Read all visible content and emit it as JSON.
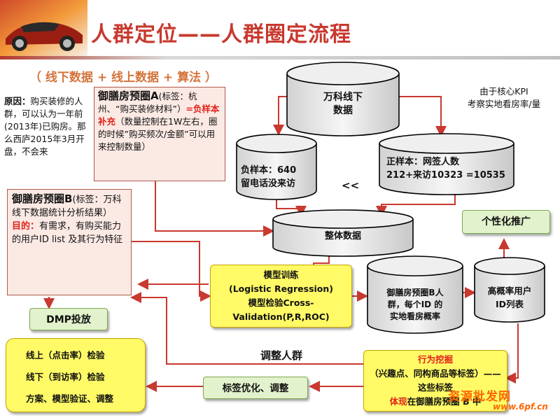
{
  "title": "人群定位——人群圈定流程",
  "formula": "（ 线下数据  +   线上数据  + 算法 ）",
  "reason": {
    "label": "原因：",
    "text": "购买装修的人群，可以认为一年前(2013年)已购房。那么西庐2015年3月开盘，不会来"
  },
  "note_kpi": [
    "由于核心KPI",
    "考察实地看房率/量"
  ],
  "box_a": {
    "title": "御膳房预圈A",
    "tag_prefix": "(标签：",
    "tag_text": "杭州、“购买装修材料”）",
    "highlight": "=负样本补充",
    "rest": "（数量控制在1W左右，圈的时候”购买频次/金额”可以用来控制数量）"
  },
  "box_b": {
    "title": "御膳房预圈B",
    "tag_prefix": "(标签：",
    "tag_text": "万科线下数据统计分析结果）",
    "purpose_label": "目的：",
    "purpose_text": "有需求，有购买能力的用户ID list 及其行为特征"
  },
  "cylinders": {
    "vanke_offline": [
      "万科线下",
      "数据"
    ],
    "negative": [
      "负样本：640",
      "留电话没来访"
    ],
    "positive": [
      "正样本：网签人数",
      "212+来访10323 =10535"
    ],
    "overall": "整体数据",
    "crowd_b": [
      "御膳房预圈B人",
      "群，每个ID 的",
      "实地看房概率"
    ],
    "high_prob": [
      "高概率用户",
      "ID列表"
    ]
  },
  "less_than": "<<",
  "model_box": [
    "模型训练",
    "(Logistic Regression)",
    "模型检验Cross-",
    "Validation(P,R,ROC)"
  ],
  "personal_rec": "个性化推广",
  "dmp": "DMP投放",
  "check_box": [
    "线上（点击率）检验",
    "线下（到访率）检验",
    "方案、模型验证、调整"
  ],
  "adjust_crowd": "调整人群",
  "tag_opt": "标签优化、调整",
  "behavior": {
    "title": "行为挖掘",
    "body": "（兴趣点、同构商品等标签）——这些标签",
    "tail_red": "体现",
    "tail": "在御膳房预圈  B  中"
  },
  "watermark": {
    "line1": "资源批发网",
    "line2": "www.6pf.cn"
  },
  "colors": {
    "title": "#c8392f",
    "formula": "#d4733a",
    "red_arrow": "#c8392f",
    "highlight": "#e2231a",
    "box_yellow": "#fffa66",
    "box_green": "#e2f2cc",
    "box_pink": "#fbe9e4"
  }
}
